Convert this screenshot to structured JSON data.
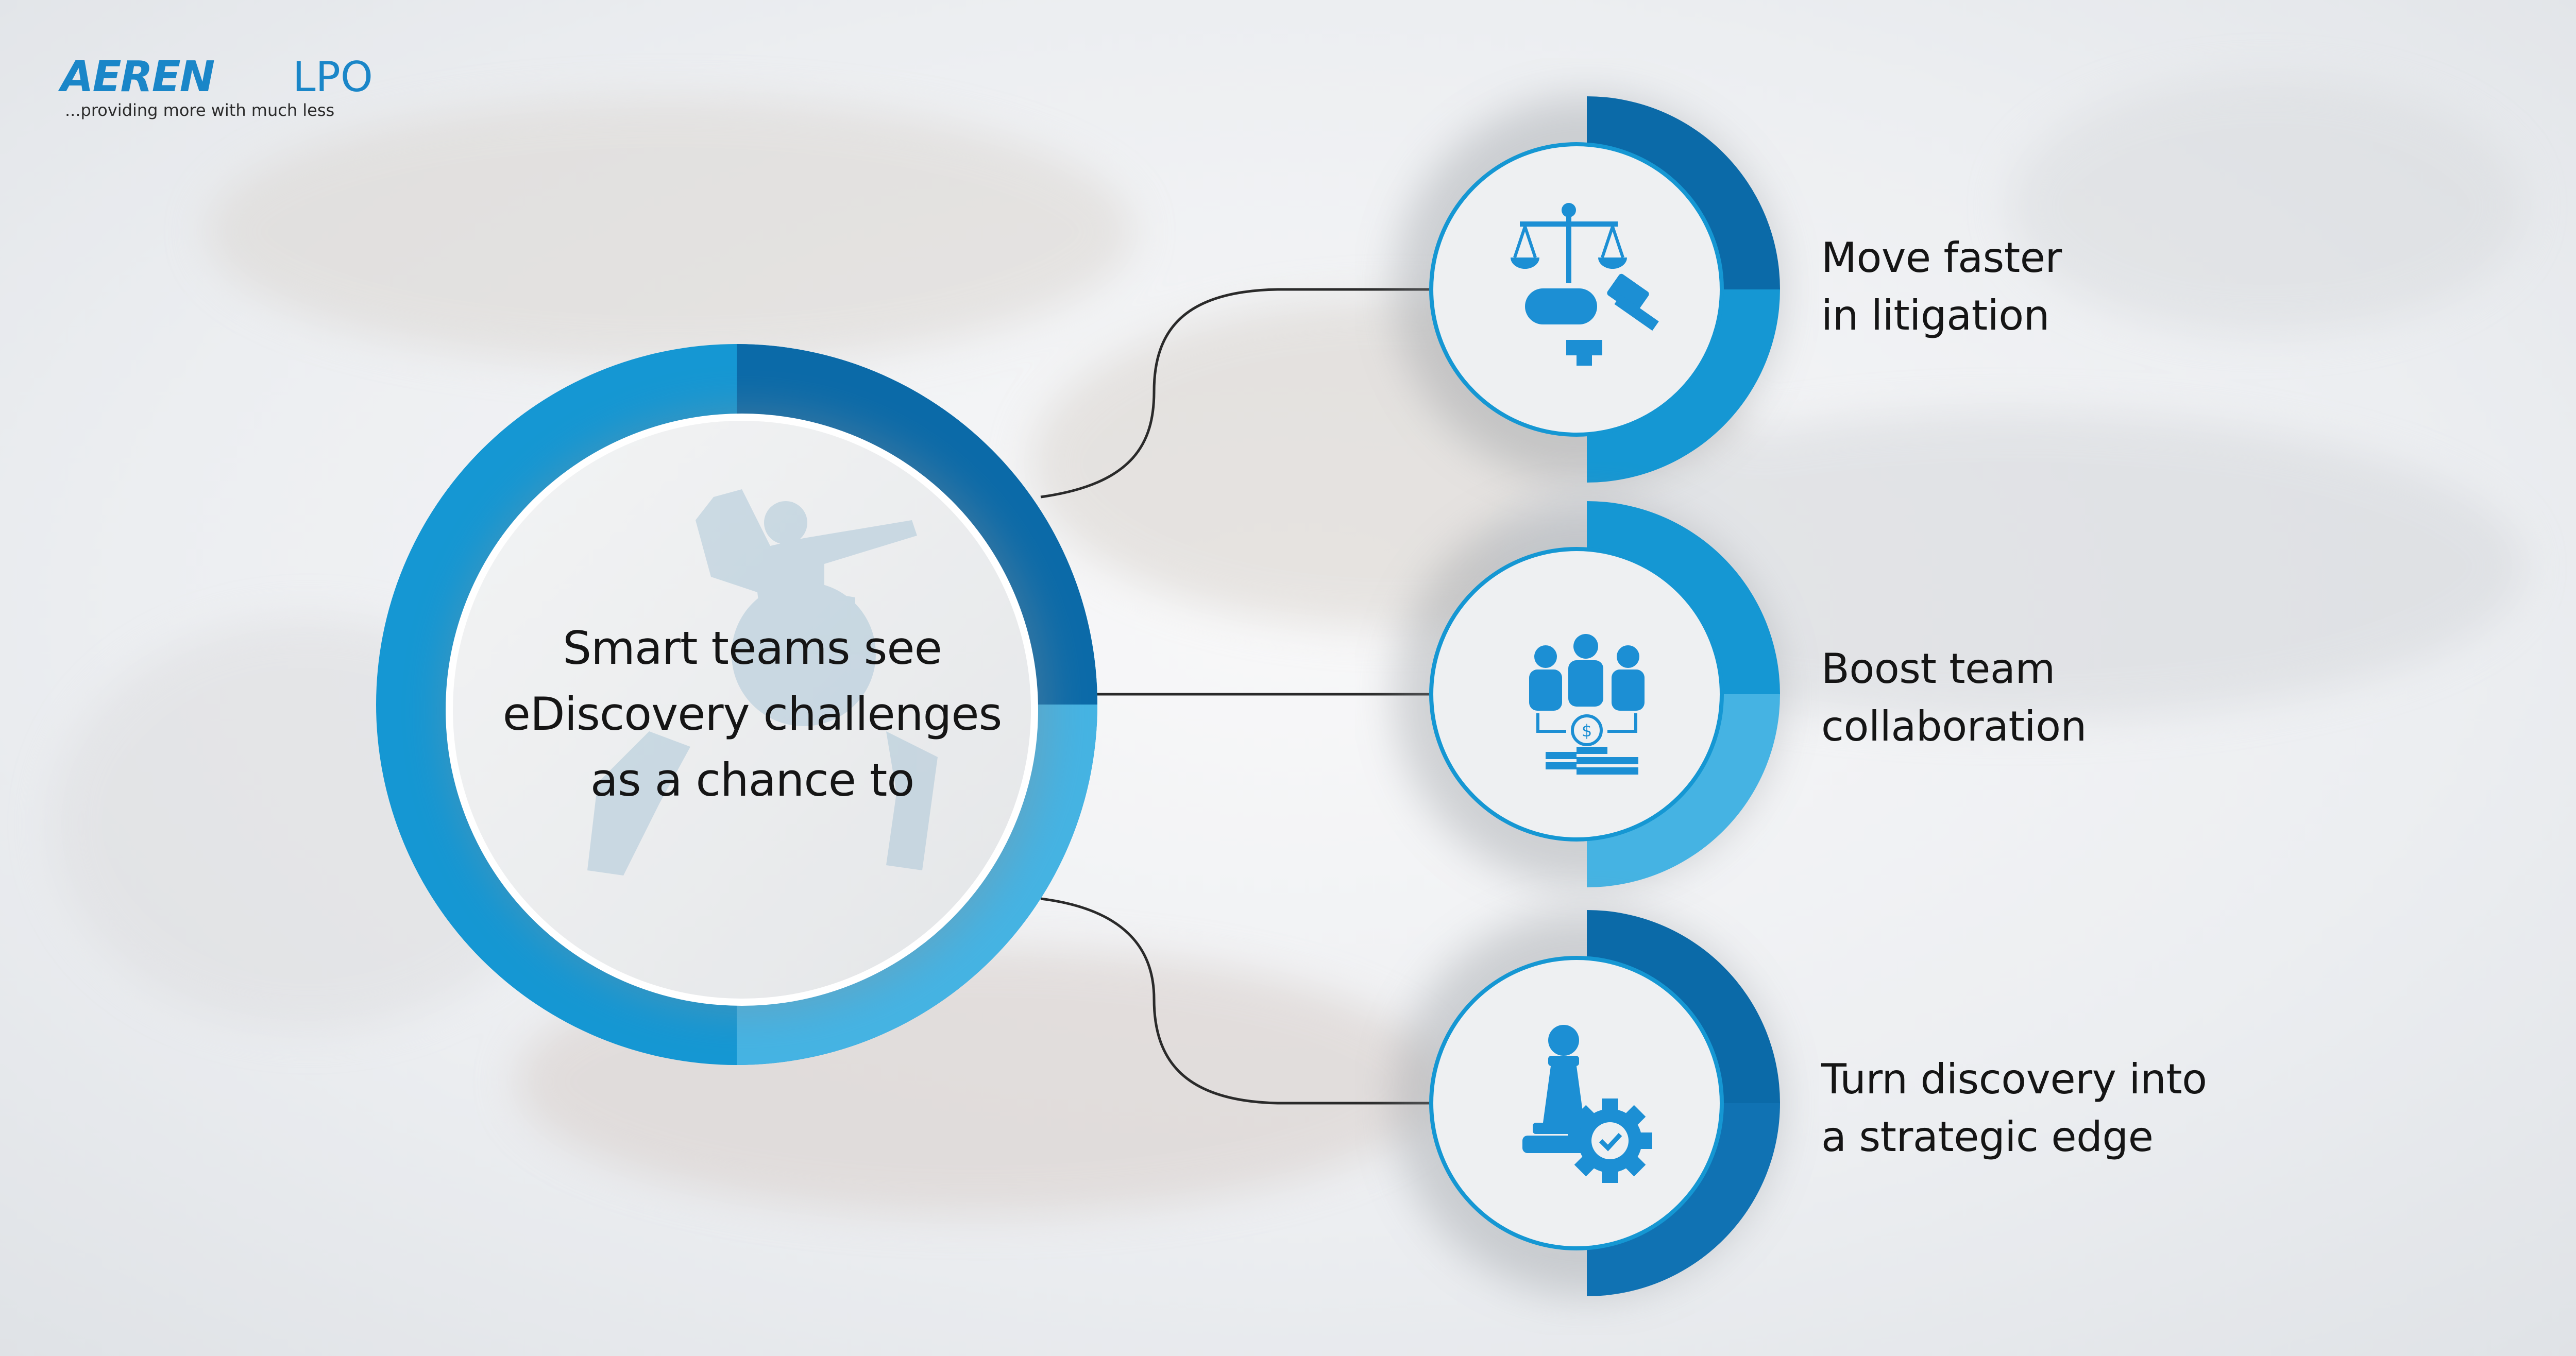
{
  "brand": {
    "name": "AEREN",
    "suffix": "LPO",
    "tagline": "...providing more with much less"
  },
  "hub": {
    "lines": [
      "Smart teams see",
      "eDiscovery challenges",
      "as a chance to"
    ]
  },
  "items": [
    {
      "icon": "scales-gavel-icon",
      "lines": [
        "Move faster",
        "in litigation"
      ]
    },
    {
      "icon": "team-money-icon",
      "lines": [
        "Boost team",
        "collaboration"
      ]
    },
    {
      "icon": "chess-pawn-gear-icon",
      "lines": [
        "Turn discovery into",
        "a strategic edge"
      ]
    }
  ],
  "colors": {
    "dark_blue": "#0b6aa8",
    "mid_blue": "#1597d3",
    "light_blue": "#45b3e3",
    "connector": "#2a2a2a",
    "text": "#151515"
  }
}
